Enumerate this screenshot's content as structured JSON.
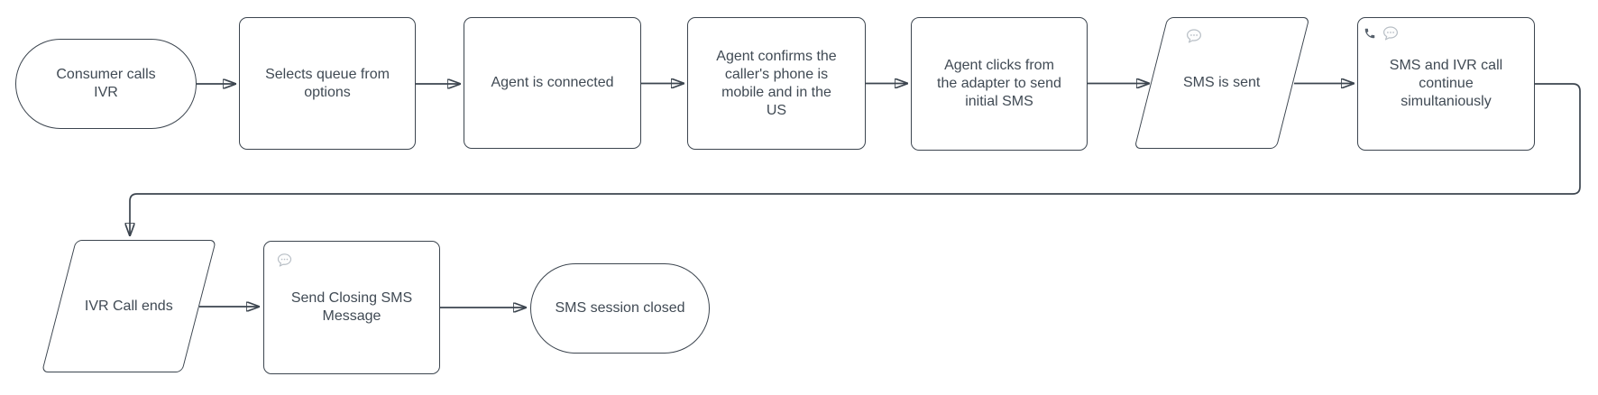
{
  "diagram": {
    "type": "flowchart",
    "title": "",
    "colors": {
      "background": "#ffffff",
      "shape_fill": "#ffffff",
      "shape_border": "#3c454f",
      "text": "#404a54",
      "connector": "#3c454f",
      "arrowhead": "#2d3741",
      "message_icon": "#b7bec5",
      "phone_icon": "#57616c"
    },
    "nodes": [
      {
        "id": "start",
        "shape": "terminator",
        "label": "Consumer calls\nIVR"
      },
      {
        "id": "selects-queue",
        "shape": "process",
        "label": "Selects queue from\noptions"
      },
      {
        "id": "agent-connected",
        "shape": "process",
        "label": "Agent is connected"
      },
      {
        "id": "agent-confirms",
        "shape": "process",
        "label": "Agent confirms the\ncaller's phone is\nmobile and in the\nUS"
      },
      {
        "id": "agent-clicks",
        "shape": "process",
        "label": "Agent clicks from\nthe adapter to send\ninitial SMS"
      },
      {
        "id": "sms-sent",
        "shape": "parallelogram",
        "label": "SMS is sent",
        "icons": [
          "message-bubble"
        ]
      },
      {
        "id": "sms-ivr-continue",
        "shape": "process",
        "label": "SMS and IVR call\ncontinue\nsimultaniously",
        "icons": [
          "phone",
          "message-bubble"
        ]
      },
      {
        "id": "ivr-call-ends",
        "shape": "parallelogram",
        "label": "IVR Call ends"
      },
      {
        "id": "send-closing-sms",
        "shape": "process",
        "label": "Send Closing SMS\nMessage",
        "icons": [
          "message-bubble"
        ]
      },
      {
        "id": "end",
        "shape": "terminator",
        "label": "SMS session closed"
      }
    ],
    "edges": [
      {
        "from": "start",
        "to": "selects-queue"
      },
      {
        "from": "selects-queue",
        "to": "agent-connected"
      },
      {
        "from": "agent-connected",
        "to": "agent-confirms"
      },
      {
        "from": "agent-confirms",
        "to": "agent-clicks"
      },
      {
        "from": "agent-clicks",
        "to": "sms-sent"
      },
      {
        "from": "sms-sent",
        "to": "sms-ivr-continue"
      },
      {
        "from": "sms-ivr-continue",
        "to": "ivr-call-ends"
      },
      {
        "from": "ivr-call-ends",
        "to": "send-closing-sms"
      },
      {
        "from": "send-closing-sms",
        "to": "end"
      }
    ]
  }
}
